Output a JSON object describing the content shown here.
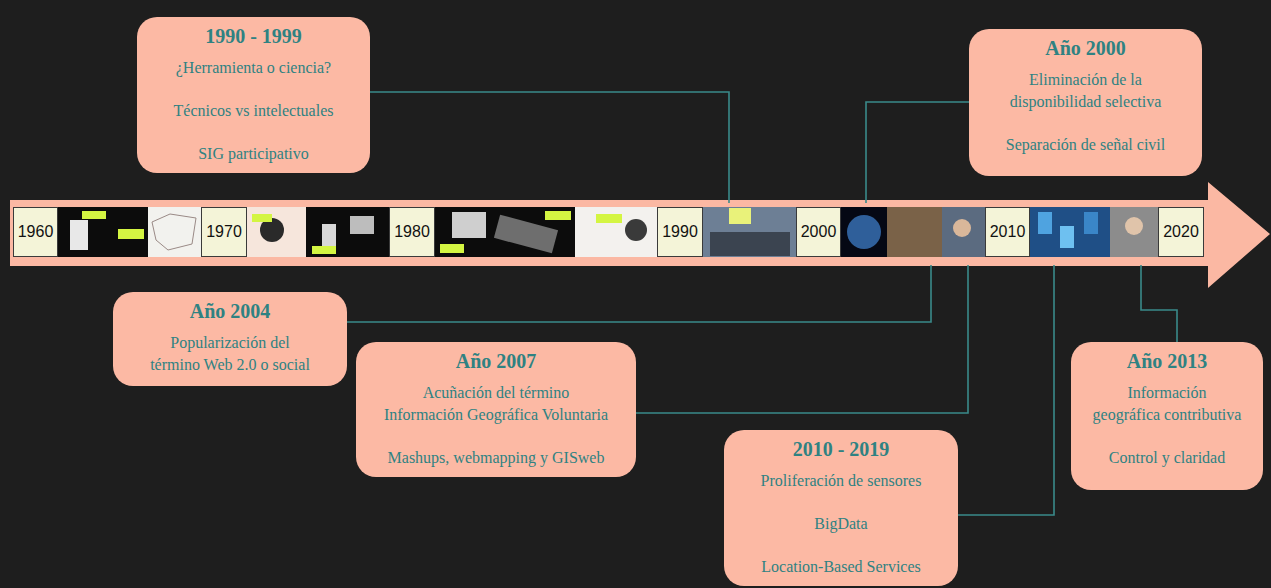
{
  "diagram": {
    "nodes": [
      {
        "text": [
          "1990 - 1999",
          "¿Herramienta o ciencia?",
          "Técnicos vs intelectuales",
          "SIG participativo"
        ]
      },
      {
        "text": [
          "Año 2000",
          "Eliminación de la disponibilidad selectiva",
          "Separación de señal civil"
        ]
      },
      {
        "text": [
          "1960"
        ]
      },
      {
        "text": [
          "1970"
        ]
      },
      {
        "text": [
          "1980"
        ]
      },
      {
        "text": [
          "1990"
        ]
      },
      {
        "text": [
          "2000"
        ]
      },
      {
        "text": [
          "2010"
        ]
      },
      {
        "text": [
          "2020"
        ]
      },
      {
        "text": [
          "Año 2004",
          "Popularización del término Web 2.0 o social"
        ]
      },
      {
        "text": [
          "Año 2007",
          "Acuñación del término Información Geográfica Voluntaria",
          "Mashups, webmapping y GISweb"
        ]
      },
      {
        "text": [
          "2010 - 2019",
          "Proliferación de sensores",
          "BigData",
          "Location-Based Services"
        ]
      },
      {
        "text": [
          "Año 2013",
          "Información geográfica contributiva",
          "Control y claridad"
        ]
      }
    ]
  }
}
